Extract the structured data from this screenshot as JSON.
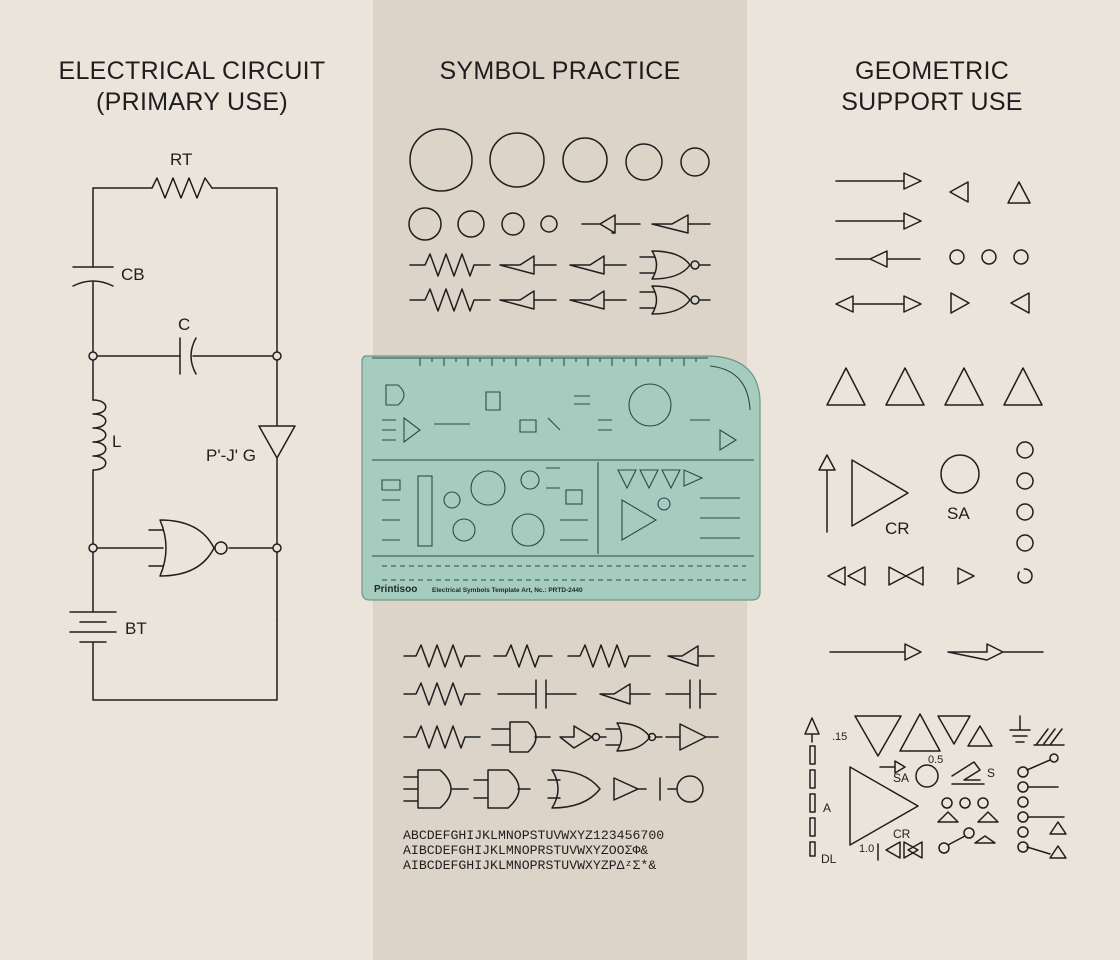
{
  "columns": {
    "left": {
      "heading_line1": "ELECTRICAL CIRCUIT",
      "heading_line2": "(PRIMARY USE)"
    },
    "middle": {
      "heading": "SYMBOL PRACTICE"
    },
    "right": {
      "heading_line1": "GEOMETRIC",
      "heading_line2": "SUPPORT USE"
    }
  },
  "circuit_labels": {
    "rt": "RT",
    "cb": "CB",
    "c": "C",
    "l": "L",
    "pjg": "P'-J' G",
    "bt": "BT"
  },
  "template": {
    "brand": "Printisoo",
    "caption": "Electrical Symbols Template Art, Nc.: PRTD-2440"
  },
  "alphabet_lines": [
    "ABCDEFGHIJKLMNOPSTUVWXYZ123456700",
    "AIBCDEFGHIJKLMNOPRSTUVWXYZOOΣΦ&",
    "AIBCDEFGHIJKLMNOPRSTUVWXYZPΔᶻΣ*&"
  ],
  "geometric_labels": {
    "cr": "CR",
    "sa": "SA",
    "num_15": ".15",
    "num_05": "0.5",
    "sa_small": "SA",
    "s": "S",
    "a": "A",
    "cr_small": "CR",
    "num_10": "1.0",
    "dl": "DL"
  },
  "colors": {
    "background": "#ebe4da",
    "middle_band": "#ddd4c9",
    "ink": "#1e1e1e",
    "template": "#a6cbbf"
  }
}
